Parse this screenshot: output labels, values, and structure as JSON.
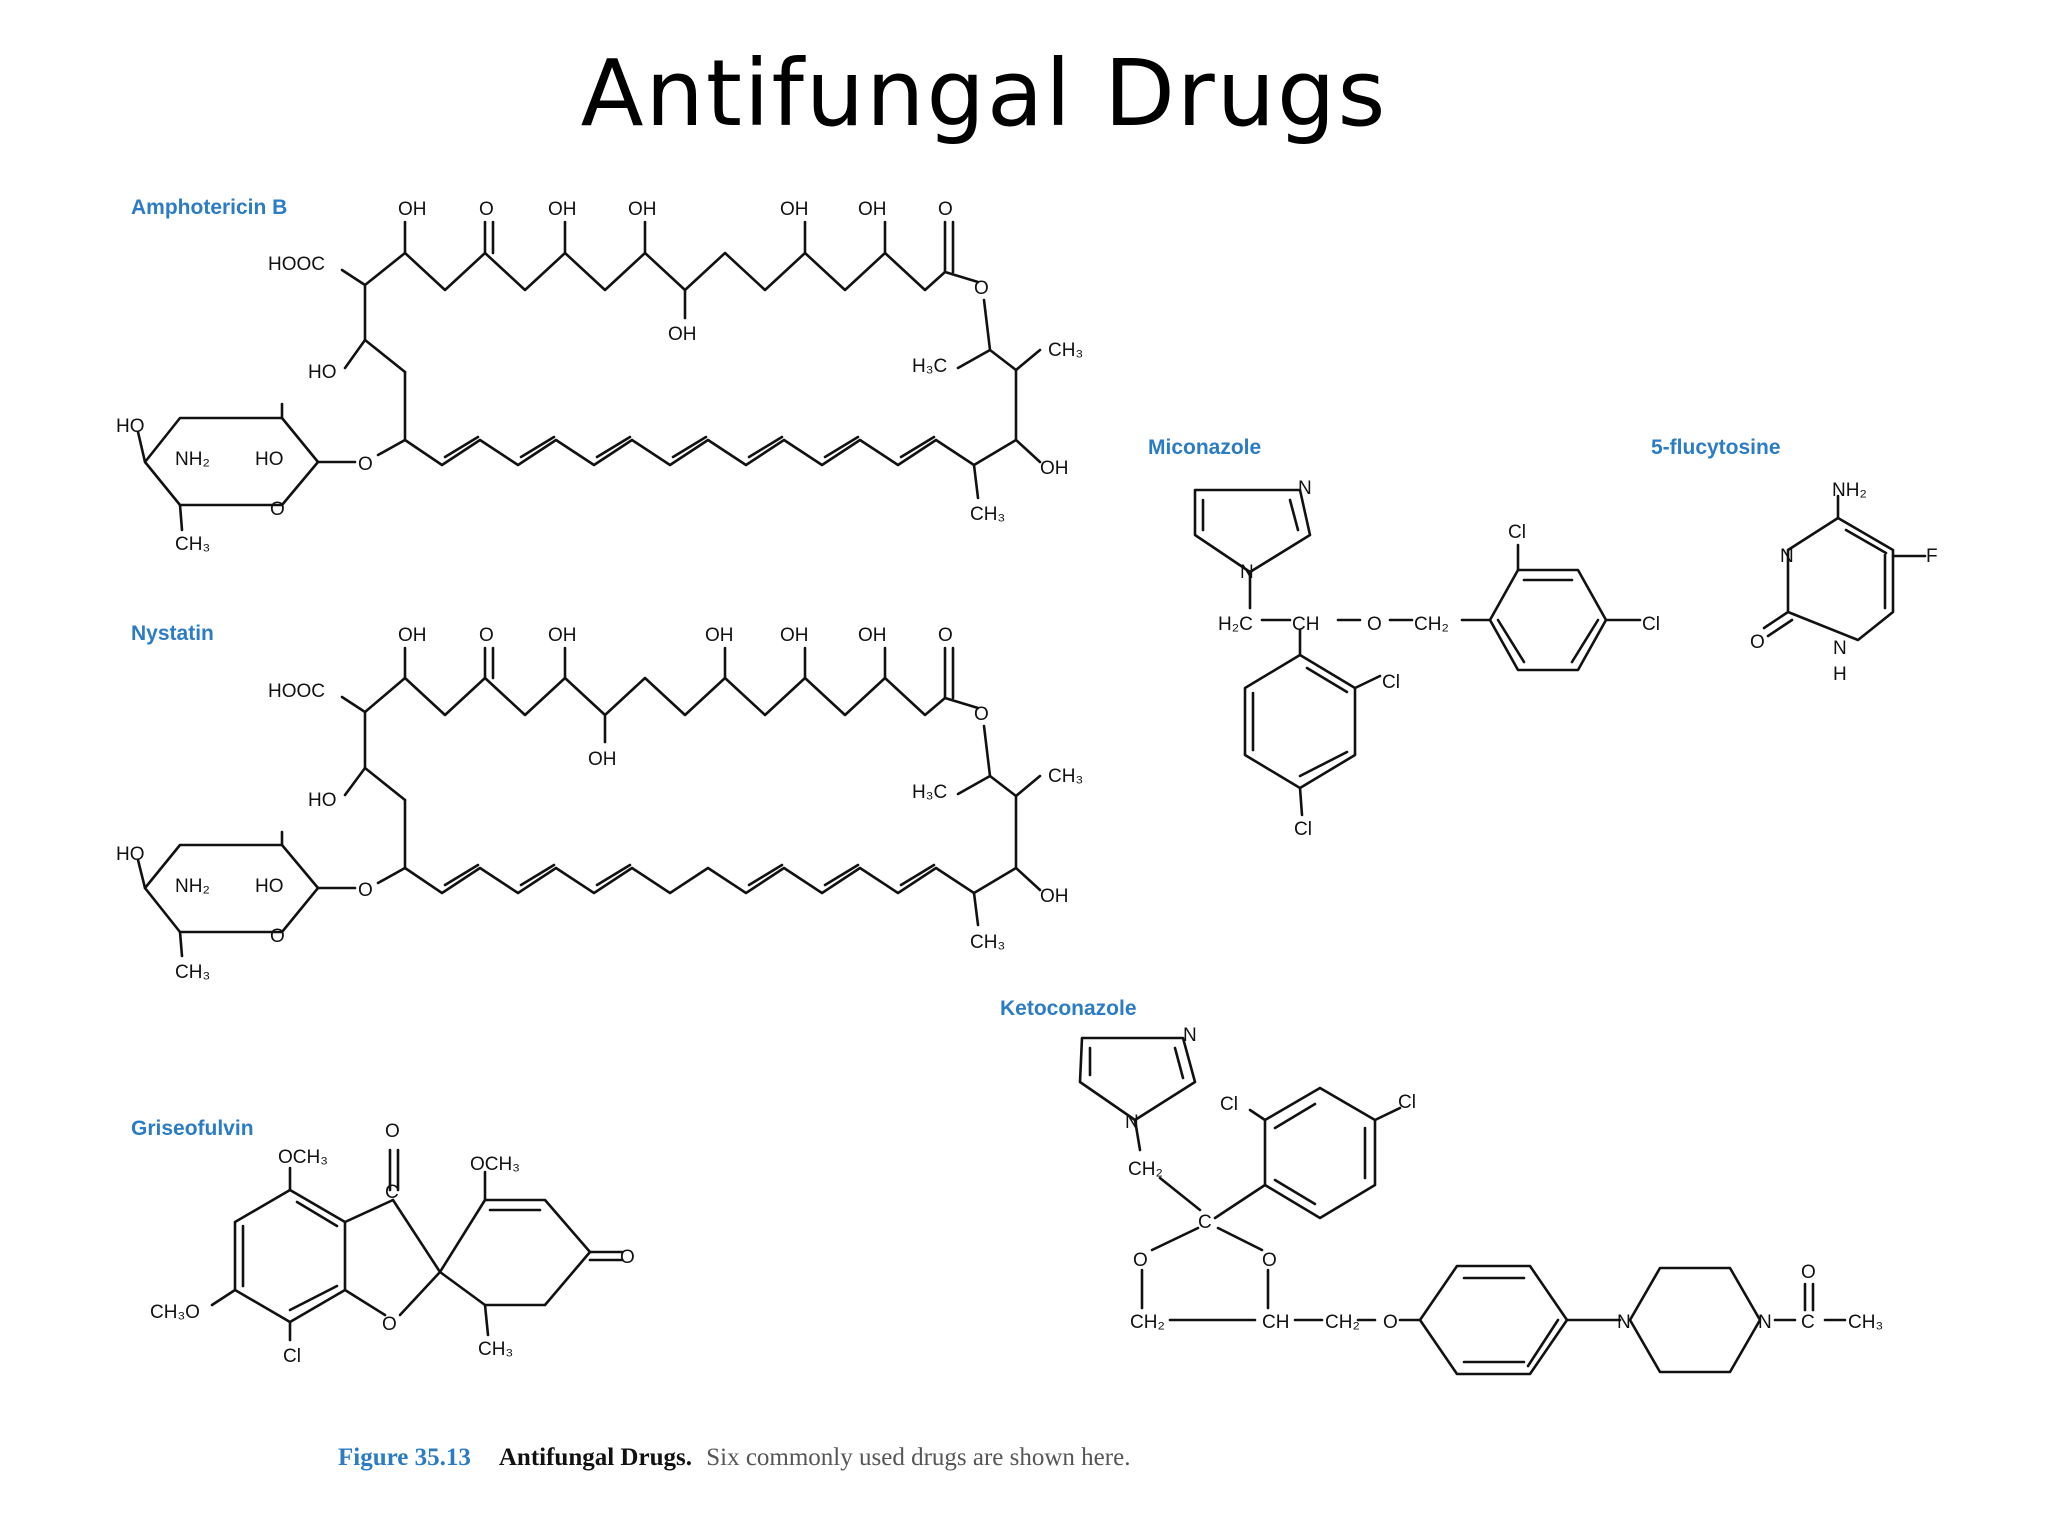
{
  "title": "Antifungal Drugs",
  "drugs": {
    "amphotericin": "Amphotericin B",
    "nystatin": "Nystatin",
    "griseofulvin": "Griseofulvin",
    "miconazole": "Miconazole",
    "flucytosine": "5-flucytosine",
    "ketoconazole": "Ketoconazole"
  },
  "atoms": {
    "oh": "OH",
    "ho": "HO",
    "o": "O",
    "hooc": "HOOC",
    "nh2": "NH₂",
    "ch3": "CH₃",
    "h3c": "H₃C",
    "n": "N",
    "h": "H",
    "f": "F",
    "cl": "Cl",
    "och3": "OCH₃",
    "ch3o": "CH₃O",
    "c": "C",
    "ch": "CH",
    "ch2": "CH₂",
    "h2c": "H₂C"
  },
  "caption": {
    "figure": "Figure 35.13",
    "title": "Antifungal Drugs.",
    "text": "Six commonly used drugs are shown here."
  }
}
